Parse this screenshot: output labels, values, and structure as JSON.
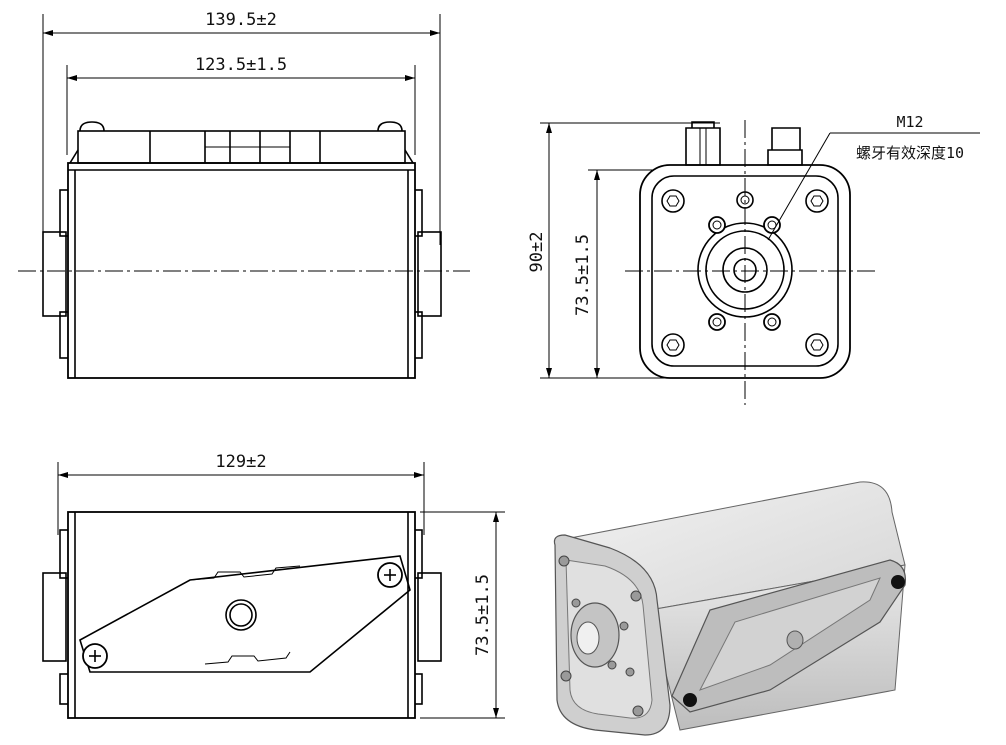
{
  "dimensions": {
    "front_overall_width": "139.5±2",
    "front_body_width": "123.5±1.5",
    "side_total_height": "90±2",
    "side_body_height": "73.5±1.5",
    "bottom_width": "129±2",
    "bottom_height": "73.5±1.5"
  },
  "annotations": {
    "thread": "M12",
    "thread_depth": "螺牙有效深度10"
  },
  "colors": {
    "line": "#000000",
    "background": "#ffffff",
    "iso_body_light": "#e6e6e6",
    "iso_body_mid": "#c9c9c9",
    "iso_face": "#d9d9d9"
  }
}
